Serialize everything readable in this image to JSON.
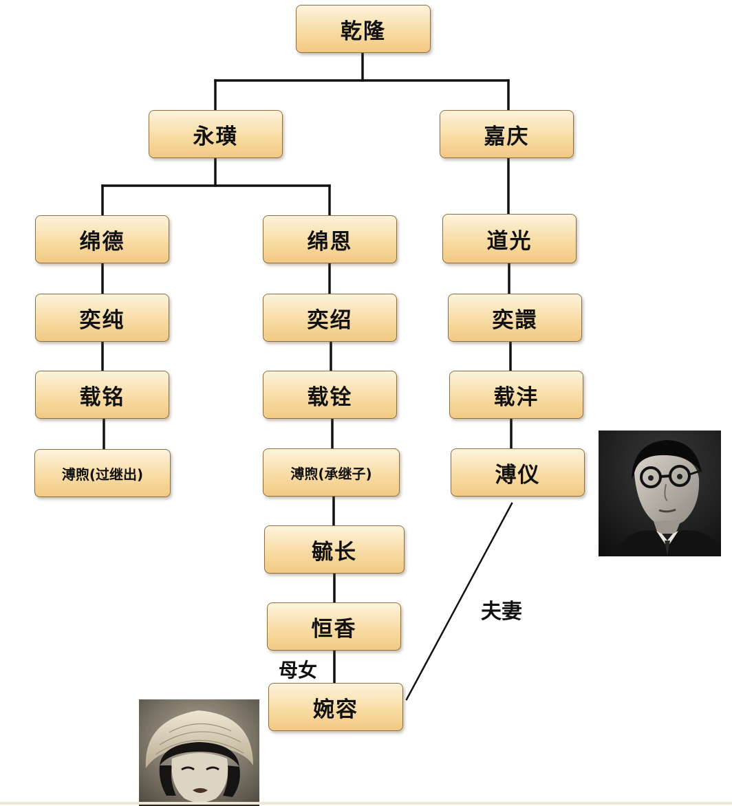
{
  "nodes": {
    "qianlong": "乾隆",
    "yonghuang": "永璜",
    "jiaqing": "嘉庆",
    "miande": "绵德",
    "mianen": "绵恩",
    "daoguang": "道光",
    "yichun": "奕纯",
    "yishao": "奕绍",
    "yixuan": "奕譞",
    "zaiming": "载铭",
    "zaiquan": "载铨",
    "zaifeng": "载沣",
    "puxu_out": "溥煦(过继出)",
    "puxu_in": "溥煦(承继子)",
    "puyi": "溥仪",
    "rongzhang": "毓长",
    "hengxiang": "恒香",
    "wanrong": "婉容"
  },
  "relations": {
    "husband_wife": "夫妻",
    "mother_daughter": "母女"
  },
  "photos": {
    "puyi_photo": "portrait of a man with round glasses",
    "wanrong_photo": "portrait of a young woman in a knit hat"
  },
  "colors": {
    "node_top": "#fdf3dc",
    "node_bottom": "#f2c983",
    "node_border": "#8a6f45",
    "connector": "#111111"
  }
}
